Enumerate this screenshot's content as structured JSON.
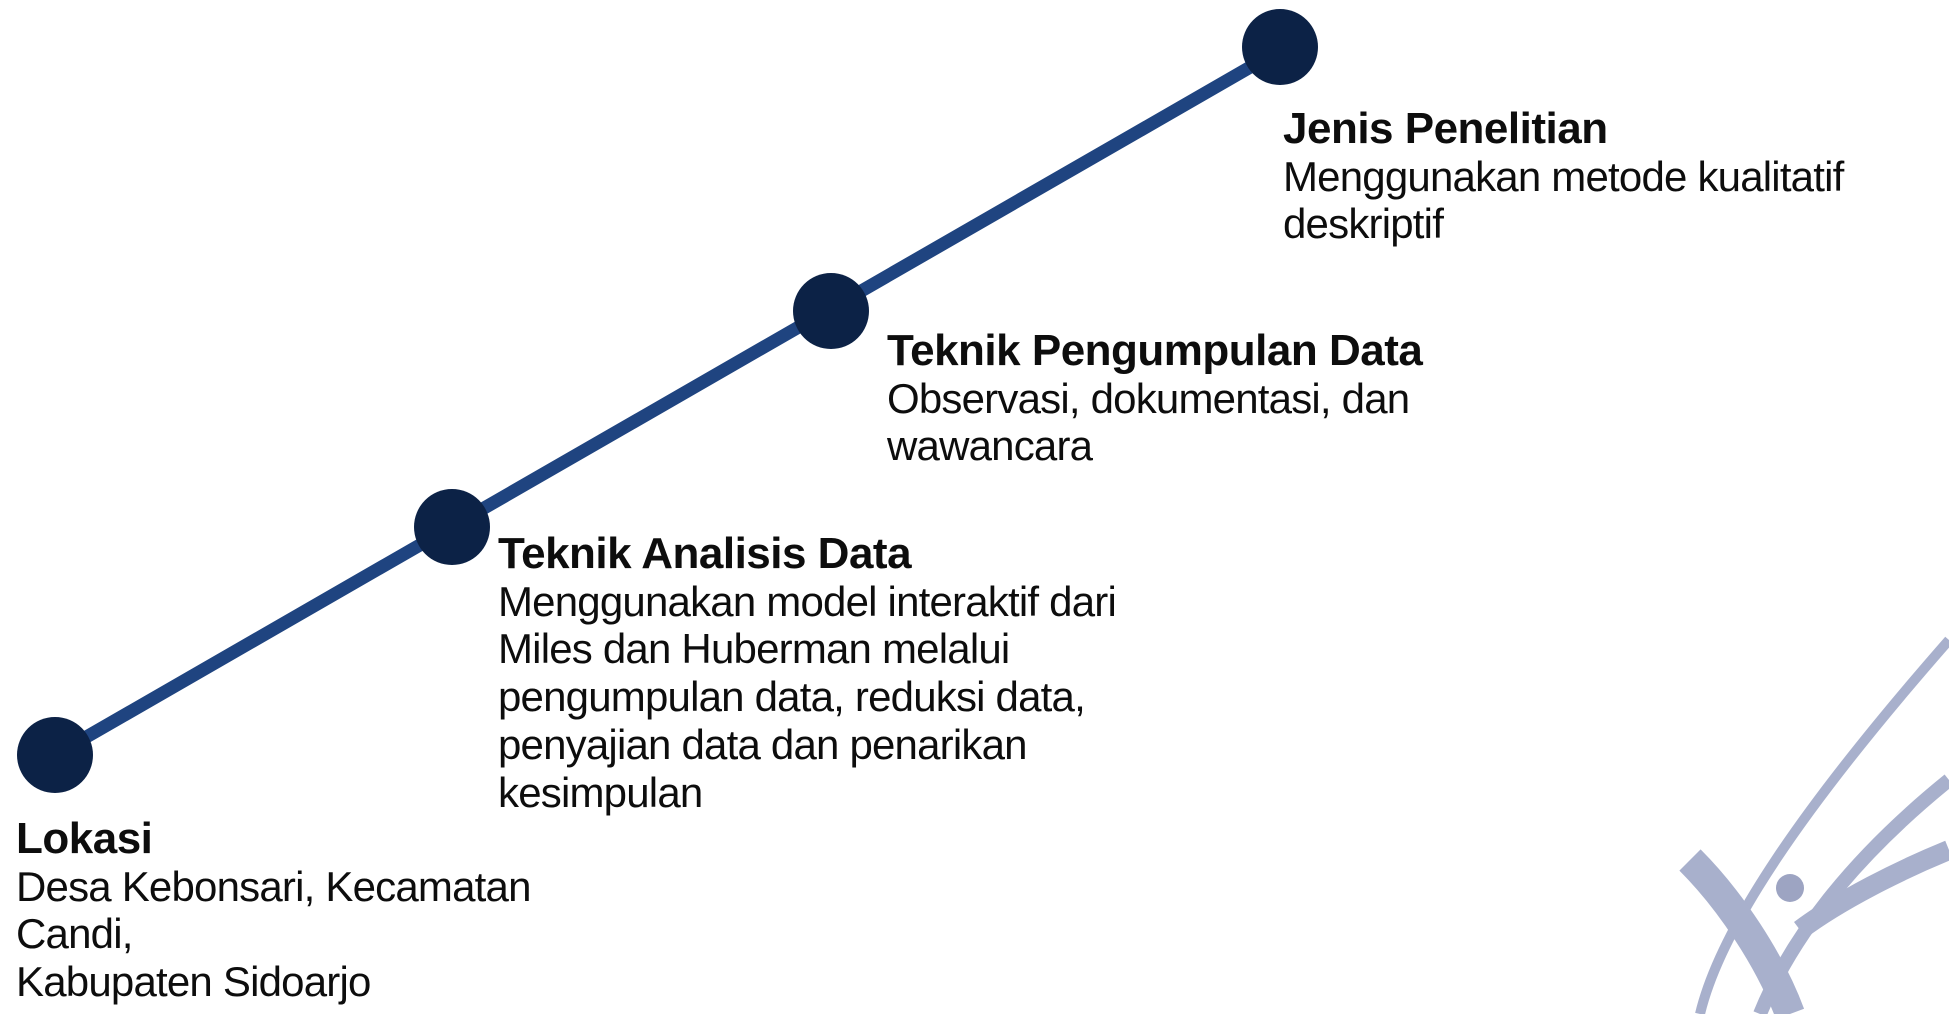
{
  "colors": {
    "line": "#1f4480",
    "node": "#0c2246",
    "text": "#0d0d0d",
    "decoration": "#9aa3c4"
  },
  "steps": [
    {
      "title": "Lokasi",
      "description": "Desa Kebonsari, Kecamatan\nCandi,\n Kabupaten Sidoarjo"
    },
    {
      "title": "Teknik Analisis Data",
      "description": "Menggunakan model interaktif dari\nMiles dan Huberman melalui\npengumpulan data, reduksi data,\npenyajian data dan penarikan\nkesimpulan"
    },
    {
      "title": "Teknik Pengumpulan Data",
      "description": "Observasi, dokumentasi, dan\nwawancara"
    },
    {
      "title": "Jenis Penelitian",
      "description": "Menggunakan metode kualitatif\ndeskriptif"
    }
  ]
}
